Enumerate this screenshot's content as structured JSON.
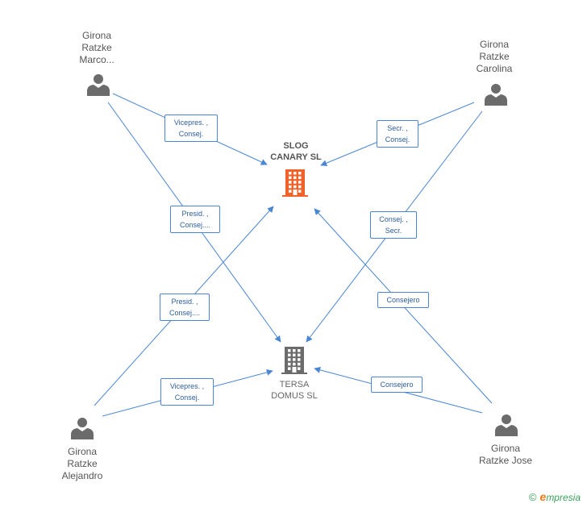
{
  "colors": {
    "edge": "#4a86d4",
    "person": "#6b6b6b",
    "company_main": "#f0622a",
    "company": "#6b6b6b"
  },
  "nodes": {
    "marco": {
      "lines": [
        "Girona",
        "Ratzke",
        "Marco..."
      ],
      "icon": "person-icon"
    },
    "carolina": {
      "lines": [
        "Girona",
        "Ratzke",
        "Carolina"
      ],
      "icon": "person-icon"
    },
    "alejandro": {
      "lines": [
        "Girona",
        "Ratzke",
        "Alejandro"
      ],
      "icon": "person-icon"
    },
    "jose": {
      "lines": [
        "Girona",
        "Ratzke Jose"
      ],
      "icon": "person-icon"
    },
    "slog": {
      "lines": [
        "SLOG",
        "CANARY SL"
      ],
      "icon": "building-icon"
    },
    "tersa": {
      "lines": [
        "TERSA",
        "DOMUS SL"
      ],
      "icon": "building-icon"
    }
  },
  "edges": [
    {
      "from": "marco",
      "to": "slog",
      "lines": [
        "Vicepres. ,",
        "Consej."
      ]
    },
    {
      "from": "marco",
      "to": "tersa",
      "lines": [
        "Presid. ,",
        "Consej...."
      ]
    },
    {
      "from": "carolina",
      "to": "slog",
      "lines": [
        "Secr. ,",
        "Consej."
      ]
    },
    {
      "from": "carolina",
      "to": "tersa",
      "lines": [
        "Consej. ,",
        "Secr."
      ]
    },
    {
      "from": "alejandro",
      "to": "slog",
      "lines": [
        "Presid. ,",
        "Consej...."
      ]
    },
    {
      "from": "alejandro",
      "to": "tersa",
      "lines": [
        "Vicepres. ,",
        "Consej."
      ]
    },
    {
      "from": "jose",
      "to": "slog",
      "lines": [
        "Consejero"
      ]
    },
    {
      "from": "jose",
      "to": "tersa",
      "lines": [
        "Consejero"
      ]
    }
  ],
  "footer": {
    "copyright": "©",
    "brand_e": "e",
    "brand_rest": "mpresia"
  }
}
